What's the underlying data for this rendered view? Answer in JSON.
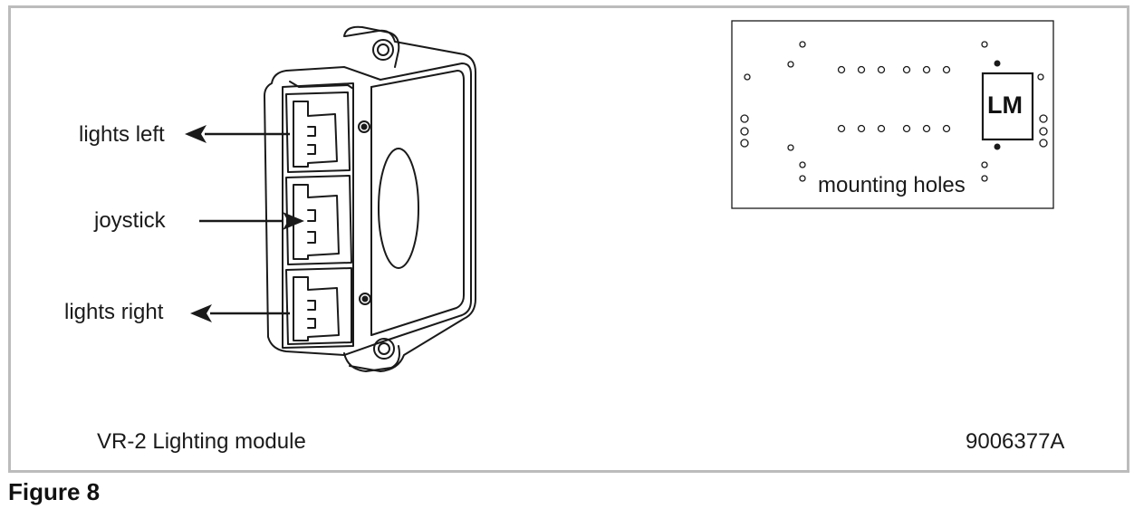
{
  "module_figure": {
    "callouts": {
      "lights_left": "lights left",
      "joystick": "joystick",
      "lights_right": "lights right"
    },
    "module_name": "VR-2 Lighting module",
    "part_number": "9006377A"
  },
  "mounting_diagram": {
    "module_marker": "LM",
    "holes_label": "mounting holes"
  },
  "caption": "Figure 8",
  "colors": {
    "frame": "#bcbcbc",
    "line": "#1a1a1a"
  }
}
